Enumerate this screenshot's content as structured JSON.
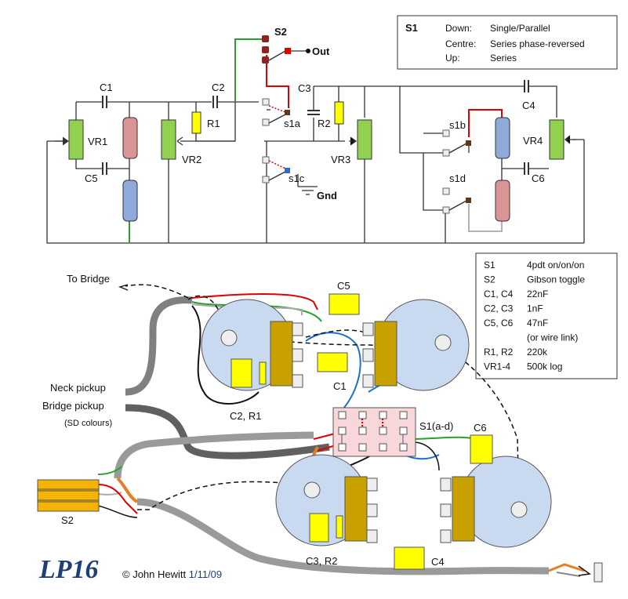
{
  "schematic": {
    "legend": {
      "s1": "S1",
      "rows": [
        {
          "pos": "Down:",
          "desc": "Single/Parallel"
        },
        {
          "pos": "Centre:",
          "desc": "Series phase-reversed"
        },
        {
          "pos": "Up:",
          "desc": "Series"
        }
      ]
    },
    "labels": {
      "s2": "S2",
      "out": "Out",
      "gnd": "Gnd",
      "c1": "C1",
      "c2": "C2",
      "c3": "C3",
      "c4": "C4",
      "c5": "C5",
      "c6": "C6",
      "r1": "R1",
      "r2": "R2",
      "vr1": "VR1",
      "vr2": "VR2",
      "vr3": "VR3",
      "vr4": "VR4",
      "s1a": "s1a",
      "s1b": "s1b",
      "s1c": "s1c",
      "s1d": "s1d"
    }
  },
  "parts_list": [
    {
      "ref": "S1",
      "value": "4pdt on/on/on"
    },
    {
      "ref": "S2",
      "value": "Gibson toggle"
    },
    {
      "ref": "C1, C4",
      "value": "22nF"
    },
    {
      "ref": "C2, C3",
      "value": "1nF"
    },
    {
      "ref": "C5, C6",
      "value": "47nF"
    },
    {
      "ref": "",
      "value": "(or wire link)"
    },
    {
      "ref": "R1, R2",
      "value": "220k"
    },
    {
      "ref": "VR1-4",
      "value": "500k log"
    }
  ],
  "wiring": {
    "to_bridge": "To Bridge",
    "neck_pickup": "Neck pickup",
    "bridge_pickup": "Bridge pickup",
    "sd_colours": "(SD colours)",
    "c5": "C5",
    "c1": "C1",
    "c6": "C6",
    "c4": "C4",
    "c2r1": "C2, R1",
    "c3r2": "C3, R2",
    "s1ad": "S1(a-d)",
    "s2": "S2"
  },
  "footer": {
    "title": "LP16",
    "copyright": "© John Hewitt ",
    "date": "1/11/09"
  },
  "colors": {
    "pot_green": "#92d050",
    "res_pink": "#d99594",
    "res_blue": "#8eaadb",
    "cap_yellow": "#ffff00",
    "pot_body": "#c9daf0",
    "pot_lug": "#c8a000",
    "switch_pink": "#f8d7da",
    "s2_maroon": "#8b2323",
    "s2_yellow": "#f4b400",
    "title_blue": "#1f3f7a"
  }
}
